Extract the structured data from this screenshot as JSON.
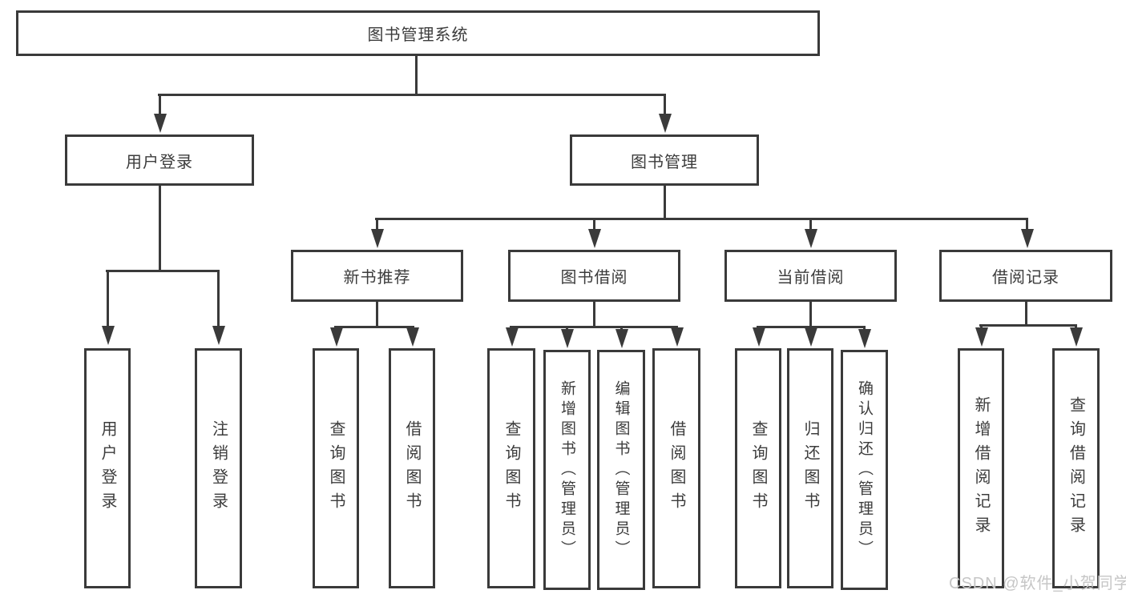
{
  "diagram": {
    "root": {
      "label": "图书管理系统"
    },
    "branches": [
      {
        "label": "用户登录",
        "children": [
          {
            "label": "用户登录"
          },
          {
            "label": "注销登录"
          }
        ]
      },
      {
        "label": "图书管理",
        "children": [
          {
            "label": "新书推荐",
            "children": [
              {
                "label": "查询图书"
              },
              {
                "label": "借阅图书"
              }
            ]
          },
          {
            "label": "图书借阅",
            "children": [
              {
                "label": "查询图书"
              },
              {
                "label": "新增图书（管理员）"
              },
              {
                "label": "编辑图书（管理员）"
              },
              {
                "label": "借阅图书"
              }
            ]
          },
          {
            "label": "当前借阅",
            "children": [
              {
                "label": "查询图书"
              },
              {
                "label": "归还图书"
              },
              {
                "label": "确认归还（管理员）"
              }
            ]
          },
          {
            "label": "借阅记录",
            "children": [
              {
                "label": "新增借阅记录"
              },
              {
                "label": "查询借阅记录"
              }
            ]
          }
        ]
      }
    ],
    "watermark": "CSDN @软件_小贺同学",
    "colors": {
      "line": "#3a3a3a",
      "text": "#3c3c3c",
      "watermark": "#c6c6c6",
      "background": "#ffffff"
    }
  }
}
